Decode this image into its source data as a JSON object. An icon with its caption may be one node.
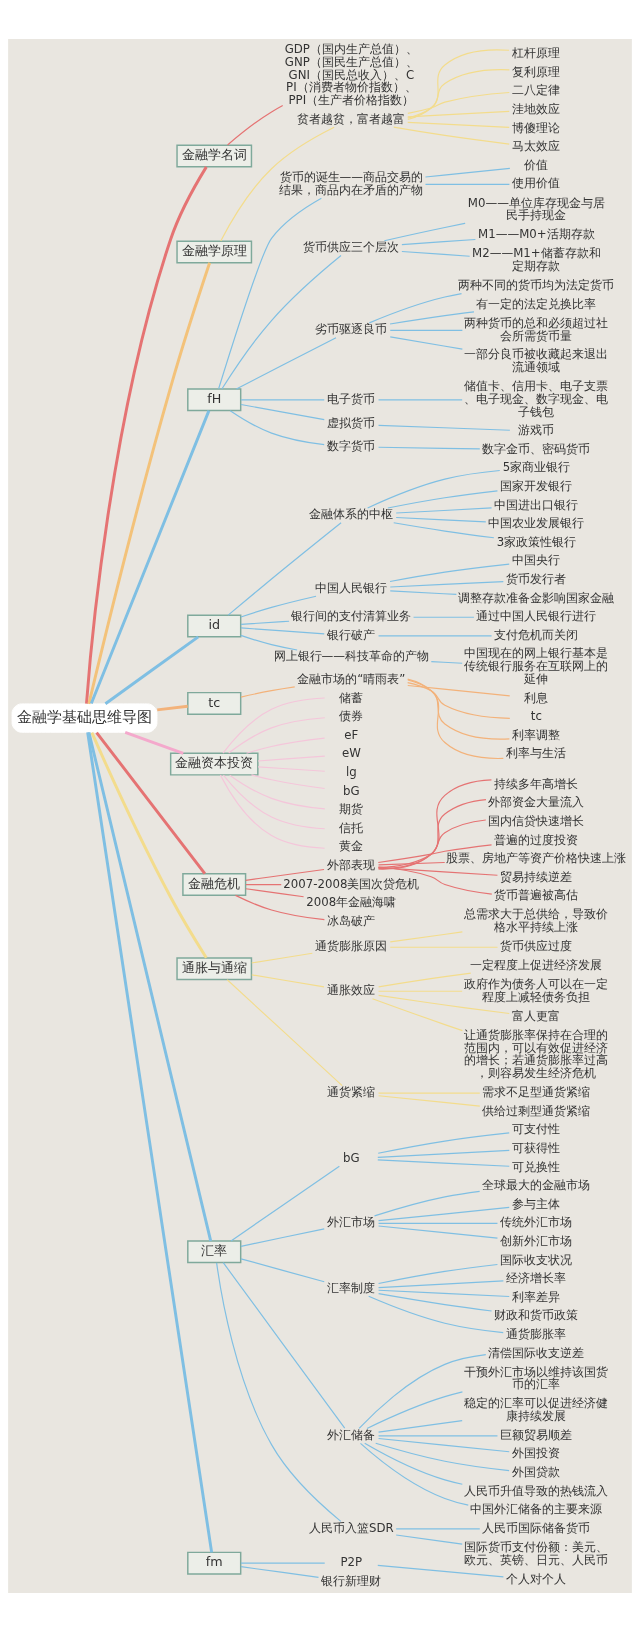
{
  "diagram": {
    "nodes": [
      {
        "text": [
          "金融学基础思维导图"
        ]
      },
      {
        "text": [
          "金融学名词"
        ]
      },
      {
        "text": [
          "GDP（国内生产总值）、GNP（国民生产总值）、GNI（国民总收入）、CPI（消费者物价指数）、PPI（生产者价格指数）"
        ]
      },
      {
        "text": [
          "金融学原理"
        ]
      },
      {
        "text": [
          "贫者越贫，富者越富"
        ]
      },
      {
        "text": [
          "杠杆原理"
        ]
      },
      {
        "text": [
          "复利原理"
        ]
      },
      {
        "text": [
          "二八定律"
        ]
      },
      {
        "text": [
          "洼地效应"
        ]
      },
      {
        "text": [
          "博傻理论"
        ]
      },
      {
        "text": [
          "马太效应"
        ]
      },
      {
        "text": [
          "fH"
        ]
      },
      {
        "text": [
          "货币的诞生——商品交易的结果，商品内在矛盾的产物"
        ]
      },
      {
        "text": [
          "价值"
        ]
      },
      {
        "text": [
          "使用价值"
        ]
      },
      {
        "text": [
          "货币供应三个层次"
        ]
      },
      {
        "text": [
          "M0——单位库存现金与居民手持现金"
        ]
      },
      {
        "text": [
          "M1——M0+活期存款"
        ]
      },
      {
        "text": [
          "M2——M1+储蓄存款和定期存款"
        ]
      },
      {
        "text": [
          "劣币驱逐良币"
        ]
      },
      {
        "text": [
          "两种不同的货币均为法定货币"
        ]
      },
      {
        "text": [
          "有一定的法定兑换比率"
        ]
      },
      {
        "text": [
          "两种货币的总和必须超过社会所需货币量"
        ]
      },
      {
        "text": [
          "一部分良币被收藏起来退出流通领域"
        ]
      },
      {
        "text": [
          "电子货币"
        ]
      },
      {
        "text": [
          "储值卡、信用卡、电子支票、电子现金、数字现金、电子钱包"
        ]
      },
      {
        "text": [
          "虚拟货币"
        ]
      },
      {
        "text": [
          "游戏币"
        ]
      },
      {
        "text": [
          "数字货币"
        ]
      },
      {
        "text": [
          "数字金币、密码货币"
        ]
      },
      {
        "text": [
          "id"
        ]
      },
      {
        "text": [
          "金融体系的中枢"
        ]
      },
      {
        "text": [
          "5家商业银行"
        ]
      },
      {
        "text": [
          "国家开发银行"
        ]
      },
      {
        "text": [
          "中国进出口银行"
        ]
      },
      {
        "text": [
          "中国农业发展银行"
        ]
      },
      {
        "text": [
          "3家政策性银行"
        ]
      },
      {
        "text": [
          "中国人民银行"
        ]
      },
      {
        "text": [
          "中国央行"
        ]
      },
      {
        "text": [
          "货币发行者"
        ]
      },
      {
        "text": [
          "调整存款准备金影响国家金融"
        ]
      },
      {
        "text": [
          "银行间的支付清算业务"
        ]
      },
      {
        "text": [
          "通过中国人民银行进行"
        ]
      },
      {
        "text": [
          "银行破产"
        ]
      },
      {
        "text": [
          "支付危机而关闭"
        ]
      },
      {
        "text": [
          "网上银行——科技革命的产物"
        ]
      },
      {
        "text": [
          "中国现在的网上银行基本是传统银行服务在互联网上的延伸"
        ]
      },
      {
        "text": [
          "tc"
        ]
      },
      {
        "text": [
          "金融市场的“晴雨表”"
        ]
      },
      {
        "text": [
          "利息"
        ]
      },
      {
        "text": [
          "tc"
        ]
      },
      {
        "text": [
          "利率调整"
        ]
      },
      {
        "text": [
          "利率与生活"
        ]
      },
      {
        "text": [
          "金融资本投资"
        ]
      },
      {
        "text": [
          "储蓄"
        ]
      },
      {
        "text": [
          "债券"
        ]
      },
      {
        "text": [
          "eF"
        ]
      },
      {
        "text": [
          "eW"
        ]
      },
      {
        "text": [
          "lg"
        ]
      },
      {
        "text": [
          "bG"
        ]
      },
      {
        "text": [
          "期货"
        ]
      },
      {
        "text": [
          "信托"
        ]
      },
      {
        "text": [
          "黄金"
        ]
      },
      {
        "text": [
          "金融危机"
        ]
      },
      {
        "text": [
          "外部表现"
        ]
      },
      {
        "text": [
          "持续多年高增长"
        ]
      },
      {
        "text": [
          "外部资金大量流入"
        ]
      },
      {
        "text": [
          "国内信贷快速增长"
        ]
      },
      {
        "text": [
          "普遍的过度投资"
        ]
      },
      {
        "text": [
          "股票、房地产等资产价格快速上涨"
        ]
      },
      {
        "text": [
          "贸易持续逆差"
        ]
      },
      {
        "text": [
          "货币普遍被高估"
        ]
      },
      {
        "text": [
          "2007-2008美国次贷危机"
        ]
      },
      {
        "text": [
          "2008年金融海啸"
        ]
      },
      {
        "text": [
          "冰岛破产"
        ]
      },
      {
        "text": [
          "通胀与通缩"
        ]
      },
      {
        "text": [
          "通货膨胀原因"
        ]
      },
      {
        "text": [
          "总需求大于总供给，导致价格水平持续上涨"
        ]
      },
      {
        "text": [
          "货币供应过度"
        ]
      },
      {
        "text": [
          "通胀效应"
        ]
      },
      {
        "text": [
          "一定程度上促进经济发展"
        ]
      },
      {
        "text": [
          "政府作为债务人可以在一定程度上减轻债务负担"
        ]
      },
      {
        "text": [
          "富人更富"
        ]
      },
      {
        "text": [
          "让通货膨胀率保持在合理的范围内，可以有效促进经济的增长；若通货膨胀率过高，则容易发生经济危机"
        ]
      },
      {
        "text": [
          "通货紧缩"
        ]
      },
      {
        "text": [
          "需求不足型通货紧缩"
        ]
      },
      {
        "text": [
          "供给过剩型通货紧缩"
        ]
      },
      {
        "text": [
          "汇率"
        ]
      },
      {
        "text": [
          "bG"
        ]
      },
      {
        "text": [
          "可支付性"
        ]
      },
      {
        "text": [
          "可获得性"
        ]
      },
      {
        "text": [
          "可兑换性"
        ]
      },
      {
        "text": [
          "外汇市场"
        ]
      },
      {
        "text": [
          "全球最大的金融市场"
        ]
      },
      {
        "text": [
          "参与主体"
        ]
      },
      {
        "text": [
          "传统外汇市场"
        ]
      },
      {
        "text": [
          "创新外汇市场"
        ]
      },
      {
        "text": [
          "汇率制度"
        ]
      },
      {
        "text": [
          "国际收支状况"
        ]
      },
      {
        "text": [
          "经济增长率"
        ]
      },
      {
        "text": [
          "利率差异"
        ]
      },
      {
        "text": [
          "财政和货币政策"
        ]
      },
      {
        "text": [
          "通货膨胀率"
        ]
      },
      {
        "text": [
          "外汇储备"
        ]
      },
      {
        "text": [
          "清偿国际收支逆差"
        ]
      },
      {
        "text": [
          "干预外汇市场以维持该国货币的汇率"
        ]
      },
      {
        "text": [
          "稳定的汇率可以促进经济健康持续发展"
        ]
      },
      {
        "text": [
          "巨额贸易顺差"
        ]
      },
      {
        "text": [
          "外国投资"
        ]
      },
      {
        "text": [
          "外国贷款"
        ]
      },
      {
        "text": [
          "人民币升值导致的热钱流入"
        ]
      },
      {
        "text": [
          "中国外汇储备的主要来源"
        ]
      },
      {
        "text": [
          "人民币入篮SDR"
        ]
      },
      {
        "text": [
          "人民币国际储备货币"
        ]
      },
      {
        "text": [
          "国际货币支付份额：美元、欧元、英镑、日元、人民币"
        ]
      },
      {
        "text": [
          "fm"
        ]
      },
      {
        "text": [
          "P2P"
        ]
      },
      {
        "text": [
          "个人对个人"
        ]
      },
      {
        "text": [
          "银行新理财"
        ]
      }
    ],
    "edges": [
      {
        "from": 0,
        "to": 1,
        "arrow": "none",
        "color": "#e57373"
      },
      {
        "from": 1,
        "to": 2,
        "arrow": "none",
        "color": "#e57373"
      },
      {
        "from": 0,
        "to": 3,
        "arrow": "none",
        "color": "#f3c27a"
      },
      {
        "from": 3,
        "to": 4,
        "arrow": "none",
        "color": "#f3dc8c"
      },
      {
        "from": 4,
        "to": 5,
        "arrow": "none",
        "color": "#f3dc8c"
      },
      {
        "from": 4,
        "to": 6,
        "arrow": "none",
        "color": "#f3dc8c"
      },
      {
        "from": 4,
        "to": 7,
        "arrow": "none",
        "color": "#f3dc8c"
      },
      {
        "from": 4,
        "to": 8,
        "arrow": "none",
        "color": "#f3dc8c"
      },
      {
        "from": 4,
        "to": 9,
        "arrow": "none",
        "color": "#f3dc8c"
      },
      {
        "from": 4,
        "to": 10,
        "arrow": "none",
        "color": "#f3dc8c"
      },
      {
        "from": 0,
        "to": 11,
        "arrow": "none"
      },
      {
        "from": 11,
        "to": 12,
        "arrow": "none"
      },
      {
        "from": 12,
        "to": 13,
        "arrow": "none"
      },
      {
        "from": 12,
        "to": 14,
        "arrow": "none"
      },
      {
        "from": 11,
        "to": 15,
        "arrow": "none"
      },
      {
        "from": 15,
        "to": 16,
        "arrow": "none"
      },
      {
        "from": 15,
        "to": 17,
        "arrow": "none"
      },
      {
        "from": 15,
        "to": 18,
        "arrow": "none"
      },
      {
        "from": 11,
        "to": 19,
        "arrow": "none"
      },
      {
        "from": 19,
        "to": 20,
        "arrow": "none"
      },
      {
        "from": 19,
        "to": 21,
        "arrow": "none"
      },
      {
        "from": 19,
        "to": 22,
        "arrow": "none"
      },
      {
        "from": 19,
        "to": 23,
        "arrow": "none"
      },
      {
        "from": 11,
        "to": 24,
        "arrow": "none"
      },
      {
        "from": 24,
        "to": 25,
        "arrow": "none"
      },
      {
        "from": 11,
        "to": 26,
        "arrow": "none"
      },
      {
        "from": 26,
        "to": 27,
        "arrow": "none"
      },
      {
        "from": 11,
        "to": 28,
        "arrow": "none"
      },
      {
        "from": 28,
        "to": 29,
        "arrow": "none"
      },
      {
        "from": 0,
        "to": 30,
        "arrow": "none"
      },
      {
        "from": 30,
        "to": 31,
        "arrow": "none"
      },
      {
        "from": 31,
        "to": 32,
        "arrow": "none"
      },
      {
        "from": 31,
        "to": 33,
        "arrow": "none"
      },
      {
        "from": 31,
        "to": 34,
        "arrow": "none"
      },
      {
        "from": 31,
        "to": 35,
        "arrow": "none"
      },
      {
        "from": 31,
        "to": 36,
        "arrow": "none"
      },
      {
        "from": 30,
        "to": 37,
        "arrow": "none"
      },
      {
        "from": 37,
        "to": 38,
        "arrow": "none"
      },
      {
        "from": 37,
        "to": 39,
        "arrow": "none"
      },
      {
        "from": 37,
        "to": 40,
        "arrow": "none"
      },
      {
        "from": 30,
        "to": 41,
        "arrow": "none"
      },
      {
        "from": 41,
        "to": 42,
        "arrow": "none"
      },
      {
        "from": 30,
        "to": 43,
        "arrow": "none"
      },
      {
        "from": 43,
        "to": 44,
        "arrow": "none"
      },
      {
        "from": 30,
        "to": 45,
        "arrow": "none"
      },
      {
        "from": 45,
        "to": 46,
        "arrow": "none"
      },
      {
        "from": 0,
        "to": 47,
        "arrow": "none",
        "color": "#f3b27a"
      },
      {
        "from": 47,
        "to": 48,
        "arrow": "none",
        "color": "#f3b27a"
      },
      {
        "from": 48,
        "to": 49,
        "arrow": "none",
        "color": "#f3b27a"
      },
      {
        "from": 48,
        "to": 50,
        "arrow": "none",
        "color": "#f3b27a"
      },
      {
        "from": 48,
        "to": 51,
        "arrow": "none",
        "color": "#f3b27a"
      },
      {
        "from": 48,
        "to": 52,
        "arrow": "none",
        "color": "#f3b27a"
      },
      {
        "from": 0,
        "to": 53,
        "arrow": "none",
        "color": "#f4a9cc"
      },
      {
        "from": 53,
        "to": 54,
        "arrow": "none",
        "color": "#f4c6da"
      },
      {
        "from": 53,
        "to": 55,
        "arrow": "none",
        "color": "#f4c6da"
      },
      {
        "from": 53,
        "to": 56,
        "arrow": "none",
        "color": "#f4c6da"
      },
      {
        "from": 53,
        "to": 57,
        "arrow": "none",
        "color": "#f4c6da"
      },
      {
        "from": 53,
        "to": 58,
        "arrow": "none",
        "color": "#f4c6da"
      },
      {
        "from": 53,
        "to": 59,
        "arrow": "none",
        "color": "#f4c6da"
      },
      {
        "from": 53,
        "to": 60,
        "arrow": "none",
        "color": "#f4c6da"
      },
      {
        "from": 53,
        "to": 61,
        "arrow": "none",
        "color": "#f4c6da"
      },
      {
        "from": 53,
        "to": 62,
        "arrow": "none",
        "color": "#f4c6da"
      },
      {
        "from": 0,
        "to": 63,
        "arrow": "none",
        "color": "#e57373"
      },
      {
        "from": 63,
        "to": 64,
        "arrow": "none",
        "color": "#e57373"
      },
      {
        "from": 64,
        "to": 65,
        "arrow": "none",
        "color": "#e57373"
      },
      {
        "from": 64,
        "to": 66,
        "arrow": "none",
        "color": "#e57373"
      },
      {
        "from": 64,
        "to": 67,
        "arrow": "none",
        "color": "#e57373"
      },
      {
        "from": 64,
        "to": 68,
        "arrow": "none",
        "color": "#e57373"
      },
      {
        "from": 64,
        "to": 69,
        "arrow": "none",
        "color": "#e57373"
      },
      {
        "from": 64,
        "to": 70,
        "arrow": "none",
        "color": "#e57373"
      },
      {
        "from": 64,
        "to": 71,
        "arrow": "none",
        "color": "#e57373"
      },
      {
        "from": 63,
        "to": 72,
        "arrow": "none",
        "color": "#e57373"
      },
      {
        "from": 63,
        "to": 73,
        "arrow": "none",
        "color": "#e57373"
      },
      {
        "from": 63,
        "to": 74,
        "arrow": "none",
        "color": "#e57373"
      },
      {
        "from": 0,
        "to": 75,
        "arrow": "none",
        "color": "#f3dc8c"
      },
      {
        "from": 75,
        "to": 76,
        "arrow": "none",
        "color": "#f3dc8c"
      },
      {
        "from": 76,
        "to": 77,
        "arrow": "none",
        "color": "#f3dc8c"
      },
      {
        "from": 76,
        "to": 78,
        "arrow": "none",
        "color": "#f3dc8c"
      },
      {
        "from": 75,
        "to": 79,
        "arrow": "none",
        "color": "#f3dc8c"
      },
      {
        "from": 79,
        "to": 80,
        "arrow": "none",
        "color": "#f3dc8c"
      },
      {
        "from": 79,
        "to": 81,
        "arrow": "none",
        "color": "#f3dc8c"
      },
      {
        "from": 79,
        "to": 82,
        "arrow": "none",
        "color": "#f3dc8c"
      },
      {
        "from": 79,
        "to": 83,
        "arrow": "none",
        "color": "#f3dc8c"
      },
      {
        "from": 75,
        "to": 84,
        "arrow": "none",
        "color": "#f3dc8c"
      },
      {
        "from": 84,
        "to": 85,
        "arrow": "none",
        "color": "#f3dc8c"
      },
      {
        "from": 84,
        "to": 86,
        "arrow": "none",
        "color": "#f3dc8c"
      },
      {
        "from": 0,
        "to": 87,
        "arrow": "none"
      },
      {
        "from": 87,
        "to": 88,
        "arrow": "none"
      },
      {
        "from": 88,
        "to": 89,
        "arrow": "none"
      },
      {
        "from": 88,
        "to": 90,
        "arrow": "none"
      },
      {
        "from": 88,
        "to": 91,
        "arrow": "none"
      },
      {
        "from": 87,
        "to": 92,
        "arrow": "none"
      },
      {
        "from": 92,
        "to": 93,
        "arrow": "none"
      },
      {
        "from": 92,
        "to": 94,
        "arrow": "none"
      },
      {
        "from": 92,
        "to": 95,
        "arrow": "none"
      },
      {
        "from": 92,
        "to": 96,
        "arrow": "none"
      },
      {
        "from": 87,
        "to": 97,
        "arrow": "none"
      },
      {
        "from": 97,
        "to": 98,
        "arrow": "none"
      },
      {
        "from": 97,
        "to": 99,
        "arrow": "none"
      },
      {
        "from": 97,
        "to": 100,
        "arrow": "none"
      },
      {
        "from": 97,
        "to": 101,
        "arrow": "none"
      },
      {
        "from": 97,
        "to": 102,
        "arrow": "none"
      },
      {
        "from": 87,
        "to": 103,
        "arrow": "none"
      },
      {
        "from": 103,
        "to": 104,
        "arrow": "none"
      },
      {
        "from": 103,
        "to": 105,
        "arrow": "none"
      },
      {
        "from": 103,
        "to": 106,
        "arrow": "none"
      },
      {
        "from": 103,
        "to": 107,
        "arrow": "none"
      },
      {
        "from": 103,
        "to": 108,
        "arrow": "none"
      },
      {
        "from": 103,
        "to": 109,
        "arrow": "none"
      },
      {
        "from": 103,
        "to": 110,
        "arrow": "none"
      },
      {
        "from": 103,
        "to": 111,
        "arrow": "none"
      },
      {
        "from": 87,
        "to": 112,
        "arrow": "none"
      },
      {
        "from": 112,
        "to": 113,
        "arrow": "none"
      },
      {
        "from": 112,
        "to": 114,
        "arrow": "none"
      },
      {
        "from": 0,
        "to": 115,
        "arrow": "none"
      },
      {
        "from": 115,
        "to": 116,
        "arrow": "none"
      },
      {
        "from": 116,
        "to": 117,
        "arrow": "none"
      },
      {
        "from": 115,
        "to": 118,
        "arrow": "none"
      }
    ]
  }
}
